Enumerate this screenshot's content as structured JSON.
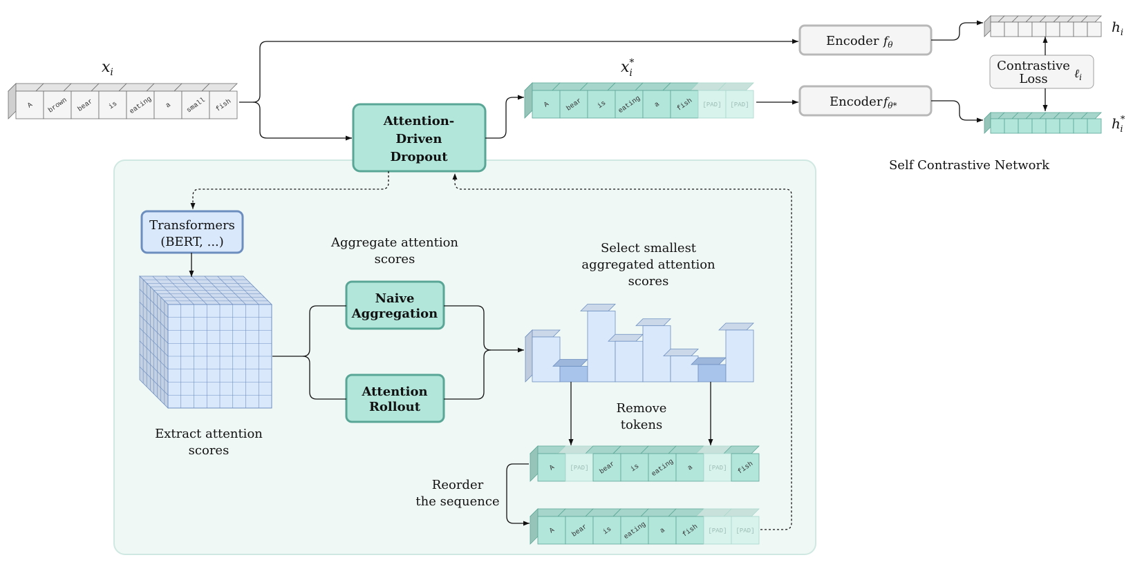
{
  "input_tokens": [
    "A",
    "brown",
    "bear",
    "is",
    "eating",
    "a",
    "small",
    "fish"
  ],
  "dropped_tokens": [
    "A",
    "bear",
    "is",
    "eating",
    "a",
    "fish",
    "[PAD]",
    "[PAD]"
  ],
  "removed_tokens": [
    "A",
    "[PAD]",
    "bear",
    "is",
    "eating",
    "a",
    "[PAD]",
    "fish"
  ],
  "reordered_tokens": [
    "A",
    "bear",
    "is",
    "eating",
    "a",
    "fish",
    "[PAD]",
    "[PAD]"
  ],
  "math": {
    "x_i": "x",
    "x_i_sub": "i",
    "x_star": "x",
    "x_star_sub": "i",
    "x_star_sup": "*",
    "h_i": "h",
    "h_i_sub": "i",
    "h_star": "h",
    "h_star_sub": "i",
    "h_star_sup": "*",
    "f_theta": "f",
    "f_theta_sub": "θ",
    "f_theta_star_sub": "θ*",
    "loss": "ℓ",
    "loss_sub": "i"
  },
  "labels": {
    "encoder_top": "Encoder",
    "encoder_bottom": "Encoder",
    "contrastive_line1": "Contrastive",
    "contrastive_line2": "Loss",
    "self_contrastive": "Self Contrastive Network",
    "attention_dropout_line1": "Attention-",
    "attention_dropout_line2": "Driven",
    "attention_dropout_line3": "Dropout",
    "transformers": "Transformers",
    "transformers_sub": "(BERT, ...)",
    "aggregate_line1": "Aggregate attention",
    "aggregate_line2": "scores",
    "naive_line1": "Naive",
    "naive_line2": "Aggregation",
    "rollout_line1": "Attention",
    "rollout_line2": "Rollout",
    "extract_line1": "Extract attention",
    "extract_line2": "scores",
    "select_line1": "Select smallest",
    "select_line2": "aggregated attention",
    "select_line3": "scores",
    "remove_line1": "Remove",
    "remove_line2": "tokens",
    "reorder_line1": "Reorder",
    "reorder_line2": "the sequence"
  },
  "colors": {
    "teal": "#b2e6da",
    "teal_stroke": "#5aa696",
    "teal_light": "#d8f2ec",
    "panel": "#eff8f5",
    "blue": "#dae8fc",
    "blue_stroke": "#6c8ebf",
    "gray": "#f5f5f5",
    "gray_stroke": "#a0a0a0"
  },
  "bar_chart": {
    "values": [
      0.52,
      0.18,
      0.82,
      0.47,
      0.65,
      0.3,
      0.2,
      0.6
    ],
    "selected": [
      1,
      6
    ]
  }
}
